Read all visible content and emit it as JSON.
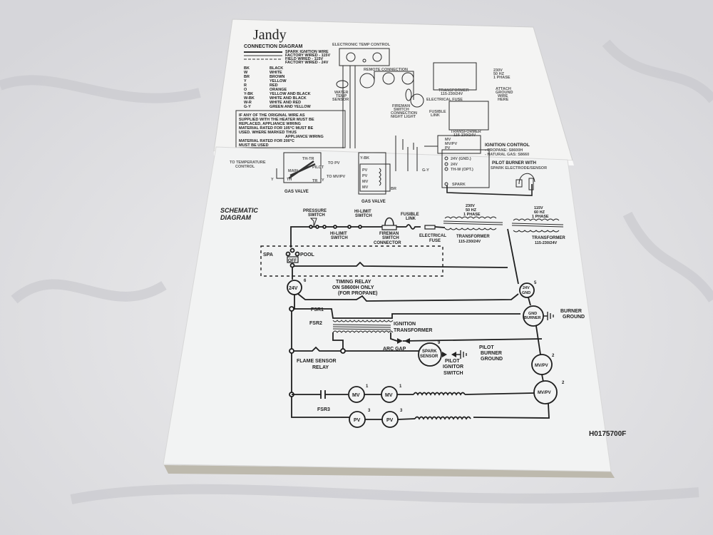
{
  "back_card": {
    "logo": "Jandy",
    "title": "CONNECTION DIAGRAM",
    "wire_legend_header": [
      "SPARK IGNITION WIRE",
      "FACTORY WIRED - 115V",
      "FIELD WIRED - 115V",
      "FACTORY WIRED - 24V"
    ],
    "color_codes": [
      {
        "code": "BK",
        "color": "BLACK"
      },
      {
        "code": "W",
        "color": "WHITE"
      },
      {
        "code": "BR",
        "color": "BROWN"
      },
      {
        "code": "Y",
        "color": "YELLOW"
      },
      {
        "code": "R",
        "color": "RED"
      },
      {
        "code": "O",
        "color": "ORANGE"
      },
      {
        "code": "Y-BK",
        "color": "YELLOW AND BLACK"
      },
      {
        "code": "W-BK",
        "color": "WHITE AND BLACK"
      },
      {
        "code": "W-R",
        "color": "WHITE AND RED"
      },
      {
        "code": "G-Y",
        "color": "GREEN AND YELLOW"
      }
    ],
    "note_lines": [
      "IF ANY OF THE ORIGINAL WIRE AS",
      "SUPPLIED WITH THE HEATER MUST BE",
      "REPLACED, APPLIANCE WIRING",
      "MATERIAL RATED FOR 105°C MUST BE",
      "USED. WHERE MARKED THUS",
      "APPLIANCE WIRING",
      "MATERIAL RATED FOR 200°C",
      "MUST BE USED"
    ],
    "temp_control": "ELECTRONIC TEMP CONTROL",
    "water_temp_sensor": [
      "WATER",
      "TEMP",
      "SENSOR"
    ],
    "remote_connection": "REMOTE CONNECTION",
    "fireman_switch": [
      "FIREMAN",
      "SWITCH",
      "CONNECTION",
      "NIGHT LIGHT"
    ],
    "electrical_fuse": "ELECTRICAL FUSE",
    "fusible_link": [
      "FUSIBLE",
      "LINK"
    ],
    "transformer": [
      "TRANSFORMER",
      "115-230/24V"
    ],
    "attach_ground": [
      "ATTACH",
      "GROUND",
      "WIRE",
      "HERE"
    ],
    "phase": [
      "230V",
      "50 HZ",
      "1 PHASE"
    ],
    "ignition_control": [
      "IGNITION CONTROL",
      "- PROPANE: S8600H",
      "- NATURAL GAS: S8660"
    ],
    "ignition_terminals": [
      "MV",
      "MV/PV",
      "PV"
    ]
  },
  "front_card": {
    "gas_valve_1": {
      "to_temp": [
        "TO TEMPERATURE",
        "CONTROL"
      ],
      "labels": [
        "TH-TR",
        "MAIN",
        "PILOT",
        "TH",
        "TR",
        "Y",
        "Y"
      ],
      "to_pv": "TO PV",
      "to_mvpv": "TO MV/PV",
      "name": "GAS VALVE"
    },
    "gas_valve_2": {
      "ybk": "Y-BK",
      "terminals": [
        "PV",
        "PV",
        "MV",
        "MV"
      ],
      "br": "BR",
      "gy": "G-Y",
      "name": "GAS VALVE"
    },
    "ignition_terminals": [
      "24V (GND.)",
      "24V",
      "TH-W (OPT.)",
      "SPARK"
    ],
    "pilot_burner": [
      "PILOT BURNER WITH",
      "SPARK ELECTRODE/SENSOR"
    ],
    "schematic_title": [
      "SCHEMATIC",
      "DIAGRAM"
    ],
    "pressure_switch": [
      "PRESSURE",
      "SWITCH"
    ],
    "hi_limit_top": [
      "HI-LIMIT",
      "SWITCH"
    ],
    "hi_limit_bottom": [
      "HI-LIMIT",
      "SWITCH"
    ],
    "fireman": [
      "FIREMAN",
      "SWITCH",
      "CONNECTOR"
    ],
    "fusible_link": [
      "FUSIBLE",
      "LINK"
    ],
    "electrical_fuse": [
      "ELECTRICAL",
      "FUSE"
    ],
    "phase_230": [
      "230V",
      "50 HZ",
      "1 PHASE"
    ],
    "transformer_230": [
      "TRANSFORMER",
      "115-230/24V"
    ],
    "phase_115": [
      "115V",
      "60 HZ",
      "1 PHASE"
    ],
    "transformer_115": [
      "TRANSFORMER",
      "115-230/24V"
    ],
    "spa": "SPA",
    "pool": "POOL",
    "off": "OFF",
    "v24": "24V",
    "v24_num": "6",
    "timing_relay": [
      "TIMING RELAY",
      "ON S8600H ONLY",
      "(FOR PROPANE)"
    ],
    "v24_gnd": [
      "24V",
      "GND"
    ],
    "v24_gnd_num": "5",
    "fsr1": "FSR1",
    "fsr2": "FSR2",
    "ignition_transformer": [
      "IGNITION",
      "TRANSFORMER"
    ],
    "gnd_burner": [
      "GND",
      "BURNER"
    ],
    "burner_ground": [
      "BURNER",
      "GROUND"
    ],
    "arc_gap": "ARC GAP",
    "spark_sensor": [
      "SPARK",
      "SENSOR"
    ],
    "spark_num": "9",
    "pilot_ignitor": [
      "PILOT",
      "IGNITOR",
      "SWITCH"
    ],
    "pilot_burner_ground": [
      "PILOT",
      "BURNER",
      "GROUND"
    ],
    "flame_sensor": [
      "FLAME SENSOR",
      "RELAY"
    ],
    "mvpv": "MV/PV",
    "mvpv_num": "2",
    "mv": "MV",
    "mv_num": "1",
    "pv": "PV",
    "pv_num": "3",
    "fsr3": "FSR3",
    "part_number": "H0175700F"
  }
}
